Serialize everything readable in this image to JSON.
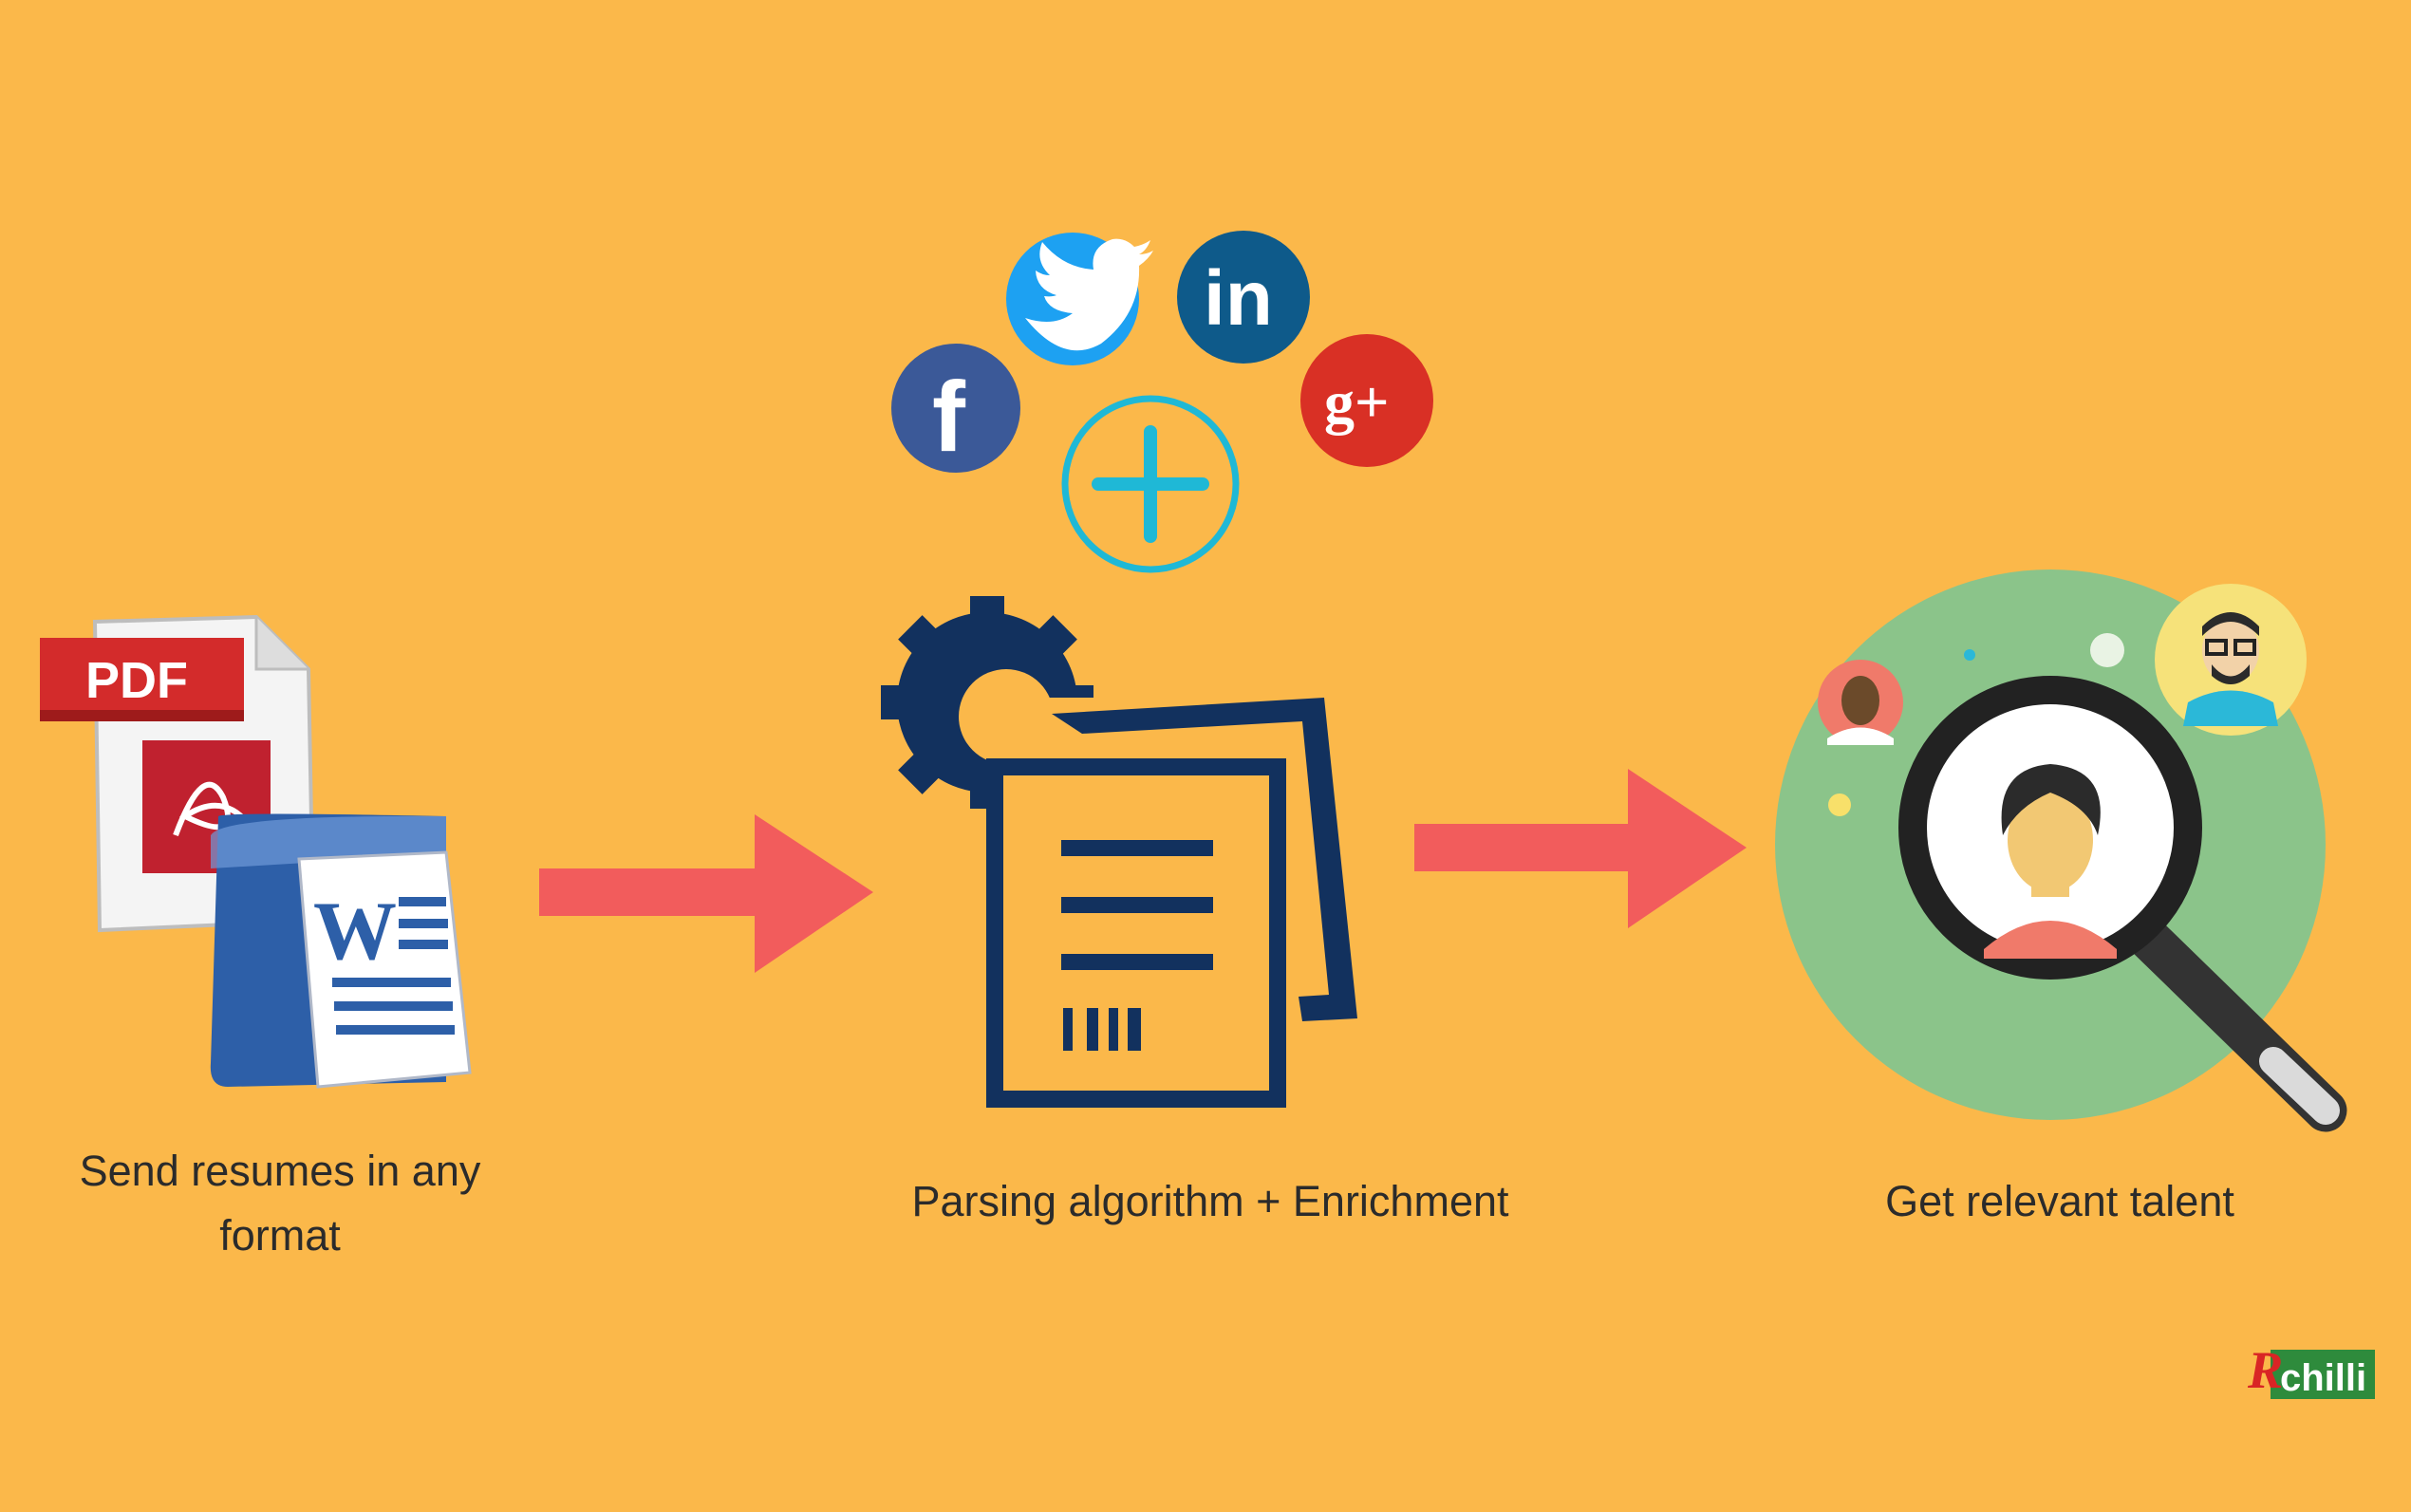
{
  "colors": {
    "background": "#FBB84A",
    "arrow": "#F25C5C",
    "navy": "#12315E",
    "facebook": "#3B5998",
    "twitter": "#1DA1F2",
    "linkedin": "#0E5A8A",
    "googleplus": "#D93025",
    "plus_ring": "#1FB8D6",
    "talent_circle": "#8BC48A"
  },
  "steps": [
    {
      "label": "Send resumes in any format"
    },
    {
      "label": "Parsing algorithm + Enrichment"
    },
    {
      "label": "Get relevant talent"
    }
  ],
  "icons": {
    "pdf_badge": "PDF",
    "word_letter": "W",
    "linkedin_text": "in",
    "googleplus_text": "g+",
    "facebook_text": "f"
  },
  "brand": {
    "name": "chilli",
    "prefix": "R"
  }
}
